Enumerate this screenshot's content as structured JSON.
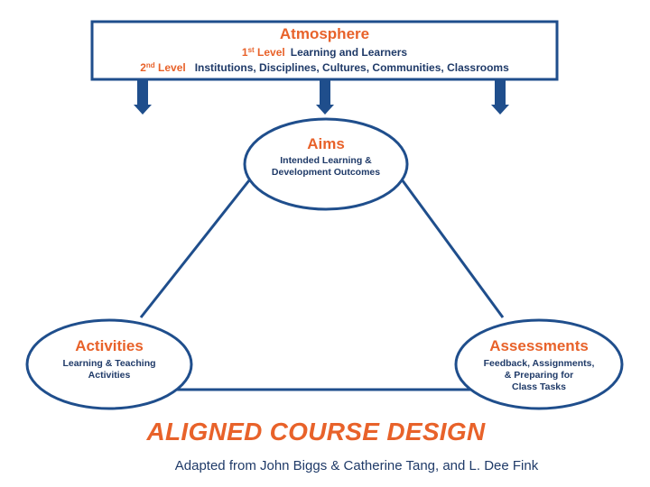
{
  "atmosphere": {
    "title": "Atmosphere",
    "level1": {
      "num": "1",
      "sup": "st",
      "label": "Level",
      "text": "Learning and Learners"
    },
    "level2": {
      "num": "2",
      "sup": "nd",
      "label": "Level",
      "text": "Institutions, Disciplines, Cultures, Communities, Classrooms"
    }
  },
  "nodes": {
    "aims": {
      "title": "Aims",
      "lines": [
        "Intended Learning &",
        "Development Outcomes"
      ]
    },
    "activities": {
      "title": "Activities",
      "lines": [
        "Learning & Teaching",
        "Activities"
      ]
    },
    "assessments": {
      "title": "Assessments",
      "lines": [
        "Feedback, Assignments,",
        "& Preparing for",
        "Class Tasks"
      ]
    }
  },
  "footer": {
    "title": "ALIGNED COURSE DESIGN",
    "credit": "Adapted from John Biggs & Catherine Tang, and L. Dee Fink"
  },
  "icons": {
    "arrows": "down-arrow-icon"
  },
  "colors": {
    "navy": "#1F4E8C",
    "orange": "#E8622A",
    "text_navy": "#1F3A68"
  }
}
